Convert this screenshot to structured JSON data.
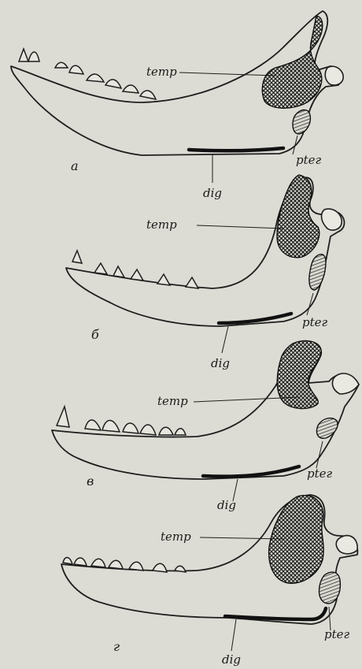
{
  "panels": [
    {
      "letter": "а",
      "temp": "temp",
      "pter": "pteг",
      "dig": "dig"
    },
    {
      "letter": "б",
      "temp": "temp",
      "pter": "pteг",
      "dig": "dig"
    },
    {
      "letter": "в",
      "temp": "temp",
      "pter": "pteг",
      "dig": "dig"
    },
    {
      "letter": "г",
      "temp": "temp",
      "pter": "pteг",
      "dig": "dig"
    }
  ],
  "colors": {
    "background": "#dcdcd4",
    "ink": "#1e1e1e"
  }
}
